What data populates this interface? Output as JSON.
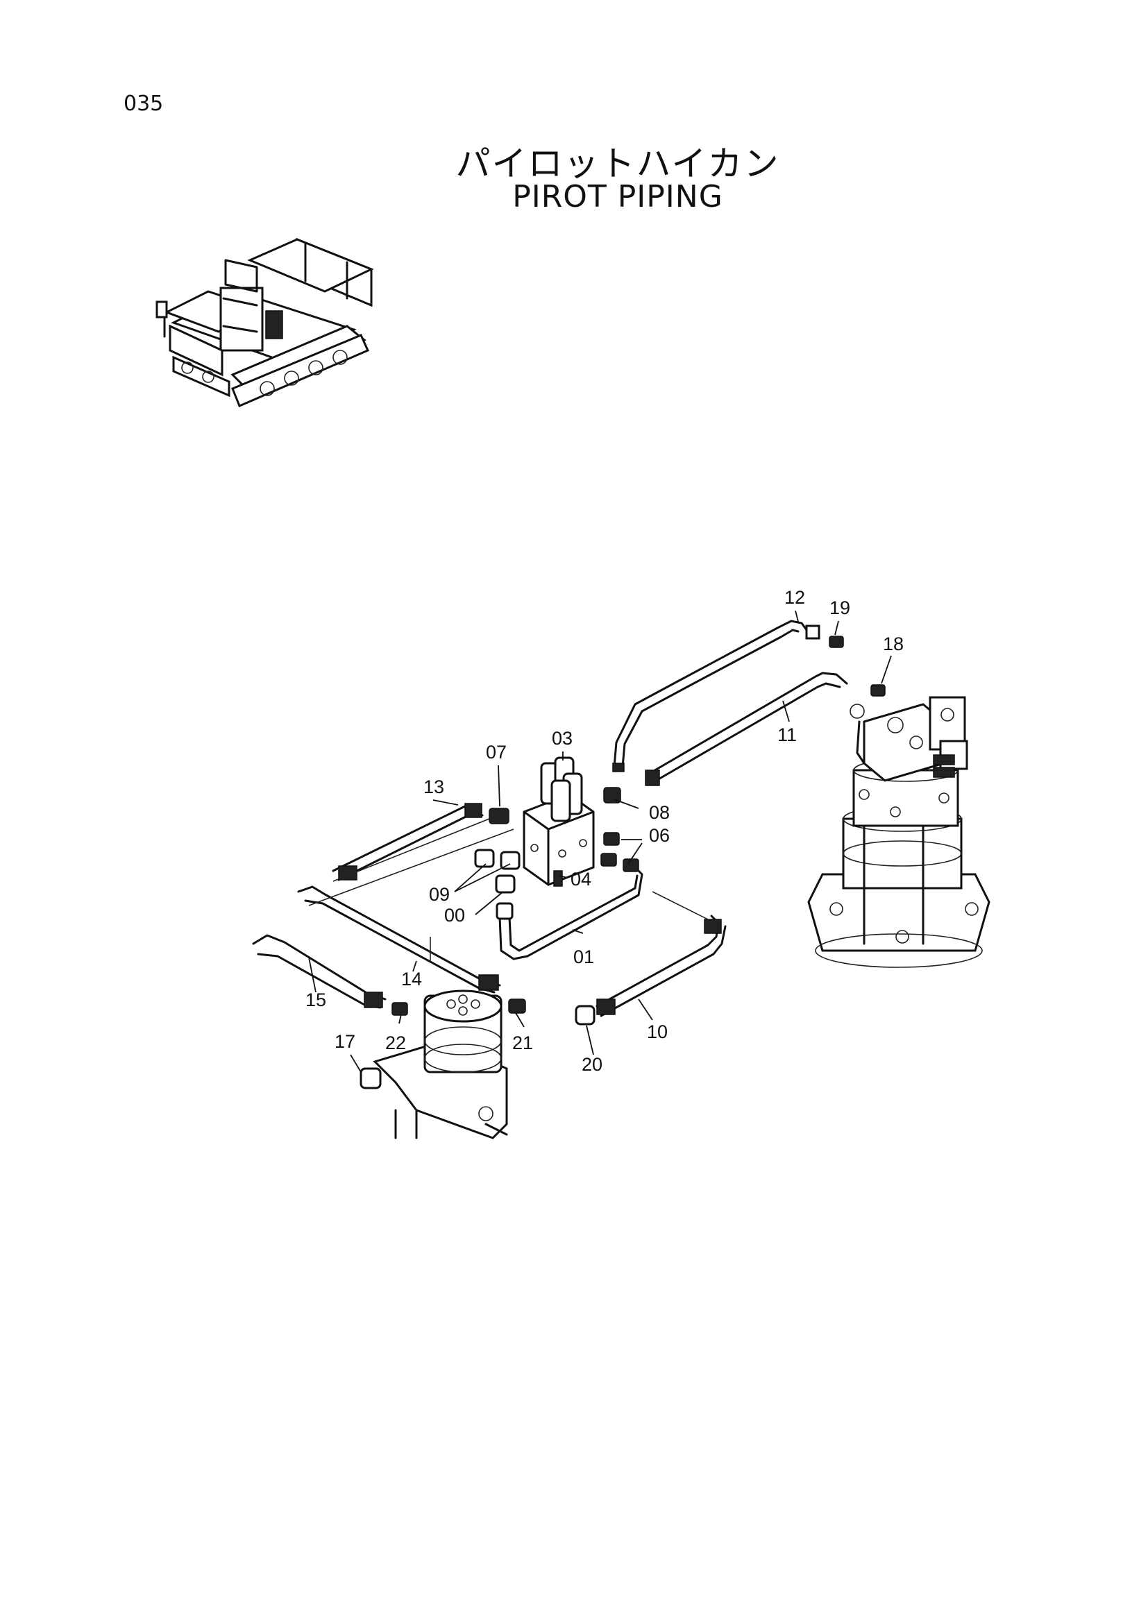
{
  "page_number": "035",
  "title_jp": "パイロットハイカン",
  "title_en": "PIROT PIPING",
  "part_labels": [
    "12",
    "19",
    "18",
    "11",
    "03",
    "07",
    "13",
    "08",
    "06",
    "09",
    "04",
    "00",
    "01",
    "14",
    "15",
    "10",
    "22",
    "21",
    "17",
    "20"
  ]
}
